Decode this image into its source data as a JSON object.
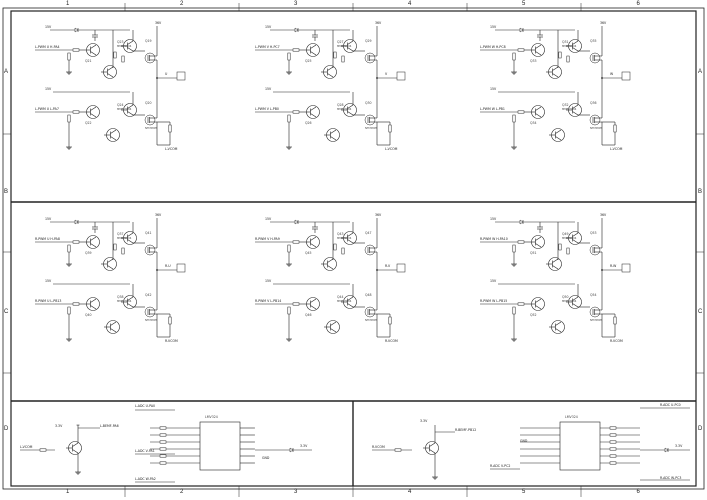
{
  "frame": {
    "columns": [
      "1",
      "2",
      "3",
      "4",
      "5",
      "6"
    ],
    "rows": [
      "A",
      "B",
      "C",
      "D"
    ]
  },
  "blocks": [
    {
      "supply_left": "15V",
      "supply_right": "36V",
      "pwm_high": "L-PWM U H-PA4",
      "pwm_low": "L-PWM U L-PA7",
      "node": "U",
      "out": "L-VCOM",
      "ref_hi": "Q23",
      "ref_lo": "Q24",
      "q_npn_hi": "Q21",
      "q_npn_lo": "Q22",
      "mos_hi": "Q19",
      "mos_lo": "Q20",
      "tr_part": "MMBT3904",
      "mos_part": "NTD5805"
    },
    {
      "supply_left": "15V",
      "supply_right": "36V",
      "pwm_high": "L-PWM V H-PC7",
      "pwm_low": "L-PWM V L-PB0",
      "node": "V",
      "out": "L-VCOM",
      "ref_hi": "Q27",
      "ref_lo": "Q28",
      "q_npn_hi": "Q25",
      "q_npn_lo": "Q26",
      "mos_hi": "Q29",
      "mos_lo": "Q30",
      "tr_part": "MMBT3904",
      "mos_part": "NTD5805"
    },
    {
      "supply_left": "15V",
      "supply_right": "36V",
      "pwm_high": "L-PWM W H-PC8",
      "pwm_low": "L-PWM W L-PB1",
      "node": "W",
      "out": "L-VCOM",
      "ref_hi": "Q31",
      "ref_lo": "Q32",
      "q_npn_hi": "Q33",
      "q_npn_lo": "Q34",
      "mos_hi": "Q35",
      "mos_lo": "Q36",
      "tr_part": "MMBT3904",
      "mos_part": "NTD5805"
    },
    {
      "supply_left": "15V",
      "supply_right": "36V",
      "pwm_high": "R-PWM U H-PA8",
      "pwm_low": "R-PWM U L-PB13",
      "node": "R-U",
      "out": "R-VCOM",
      "ref_hi": "Q37",
      "ref_lo": "Q38",
      "q_npn_hi": "Q39",
      "q_npn_lo": "Q40",
      "mos_hi": "Q41",
      "mos_lo": "Q42",
      "tr_part": "MMBT3904",
      "mos_part": "NTD5805"
    },
    {
      "supply_left": "15V",
      "supply_right": "36V",
      "pwm_high": "R-PWM V H-PA9",
      "pwm_low": "R-PWM V L-PB14",
      "node": "R-V",
      "out": "R-VCOM",
      "ref_hi": "Q43",
      "ref_lo": "Q44",
      "q_npn_hi": "Q45",
      "q_npn_lo": "Q46",
      "mos_hi": "Q47",
      "mos_lo": "Q48",
      "tr_part": "MMBT3904",
      "mos_part": "NTD5805"
    },
    {
      "supply_left": "15V",
      "supply_right": "36V",
      "pwm_high": "R-PWM W H-PA10",
      "pwm_low": "R-PWM W L-PB15",
      "node": "R-W",
      "out": "R-VCOM",
      "ref_hi": "Q49",
      "ref_lo": "Q50",
      "q_npn_hi": "Q51",
      "q_npn_lo": "Q52",
      "mos_hi": "Q53",
      "mos_lo": "Q54",
      "tr_part": "MMBT3904",
      "mos_part": "NTD5805"
    }
  ],
  "bottom_left": {
    "input": "L-VCOM",
    "out_net": "L-BEMF-PA6",
    "adc_u": "L-ADC U-PA0",
    "adc_v": "L-ADC V-PA1",
    "adc_w": "L-ADC W-PA2",
    "chip": "LMV324",
    "gnd": "GND",
    "vcc": "3.3V"
  },
  "bottom_right": {
    "input": "R-VCOM",
    "out_net": "R-BEMF-PB12",
    "adc_u": "R-ADC U-PC0",
    "adc_v": "R-ADC V-PC2",
    "adc_w": "R-ADC W-PC3",
    "chip": "LMV324",
    "gnd": "GND",
    "vcc": "3.3V"
  }
}
